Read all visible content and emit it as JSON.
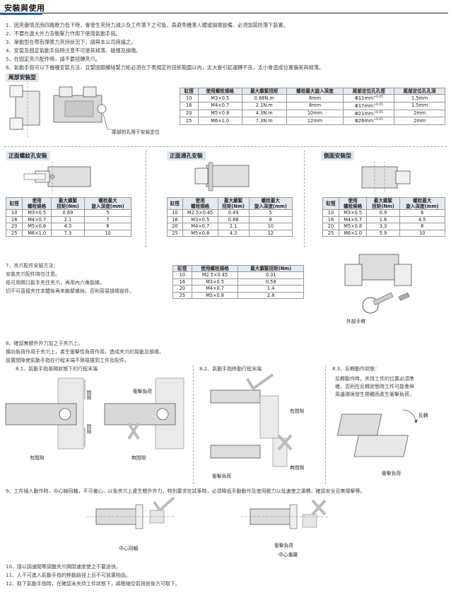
{
  "page": {
    "title": "安裝與使用"
  },
  "intro": [
    "1、因夾疊情況而四路壓力低下時，會發生夾持力減少及工件落下之可能，爲避免機害人體或損壞設備，必須加裝防落下裝置。",
    "2、不要在過大外力及衝擊力作用下使用氣動手指。",
    "3、單動型在帶有彈簧力夾持狀況下，請與本公司商議之。",
    "4、安裝及固定氣動手指時注意不可使其掉落、碰撞及損傷。",
    "5、在固定夾爪配件時，請不要扭轉夾爪。",
    "6、氣動手指可以下幾種安裝方法，且緊固鎖螺絲緊力矩必須在下表規定的扭矩範圍以內，太大會引起運轉不良，太小會造成位置偏差與掉落。"
  ],
  "rear_mount": {
    "title": "尾部安裝型",
    "caption": "尾部的孔用于安裝定位",
    "headers": [
      "缸徑",
      "使用螺栓規格",
      "最大鎖緊扭矩",
      "螺栓最大旋入深度",
      "尾部定位孔孔徑",
      "尾部定位孔孔深"
    ],
    "rows": [
      [
        "10",
        "M3×0.5",
        "0.88N.m",
        "6mm",
        "Φ11mm",
        "1.5mm"
      ],
      [
        "16",
        "M4×0.7",
        "2.1N.m",
        "8mm",
        "Φ17mm",
        "1.5mm"
      ],
      [
        "20",
        "M5×0.8",
        "4.3N.m",
        "10mm",
        "Φ21mm",
        "2mm"
      ],
      [
        "25",
        "M6×1.0",
        "7.3N.m",
        "12mm",
        "Φ26mm",
        "2mm"
      ]
    ],
    "tolerance": "+0.05",
    "tolerance_low": "0"
  },
  "front_thread": {
    "title": "正面螺紋孔安裝",
    "headers": [
      "缸徑",
      "使用\n螺栓規格",
      "最大鎖緊\n扭矩(Nm)",
      "螺栓最大\n旋入深度(mm)"
    ],
    "rows": [
      [
        "10",
        "M3×0.5",
        "0.69",
        "5"
      ],
      [
        "16",
        "M4×0.7",
        "2.1",
        "7"
      ],
      [
        "20",
        "M5×0.8",
        "4.3",
        "8"
      ],
      [
        "25",
        "M6×1.0",
        "7.3",
        "10"
      ]
    ]
  },
  "front_through": {
    "title": "正面通孔安裝",
    "headers": [
      "缸徑",
      "使用\n螺栓規格",
      "最大鎖緊\n扭矩(Nm)",
      "螺栓最大\n旋入深度(mm)"
    ],
    "rows": [
      [
        "10",
        "M2.5×0.45",
        "0.49",
        "5"
      ],
      [
        "16",
        "M3×0.5",
        "0.88",
        "8"
      ],
      [
        "20",
        "M4×0.7",
        "2.1",
        "10"
      ],
      [
        "25",
        "M5×0.8",
        "4.3",
        "12"
      ]
    ]
  },
  "side_mount": {
    "title": "側面安裝型",
    "headers": [
      "缸徑",
      "使用\n螺栓規格",
      "最大鎖緊\n扭矩(Nm)",
      "螺栓最大\n旋入深度(mm)"
    ],
    "rows": [
      [
        "10",
        "M3×0.5",
        "0.9",
        "6"
      ],
      [
        "16",
        "M4×0.7",
        "1.6",
        "4.5"
      ],
      [
        "20",
        "M5×0.8",
        "3.3",
        "8"
      ],
      [
        "25",
        "M6×1.0",
        "5.9",
        "10"
      ]
    ]
  },
  "item7": {
    "lines": [
      "7、夾爪配件安裝方法：",
      "  安裝夾爪配件時勿注意。",
      "祇可用開口扳手夾住夾爪，再用內六角扳緣，",
      "切不可直接夾住本體後再來鎖緊螺絲，否則容易損壞部件。"
    ],
    "headers": [
      "缸徑",
      "使用螺栓規格",
      "最大鎖緊扭矩(Nm)"
    ],
    "rows": [
      [
        "10",
        "M2.5×0.45",
        "0.31"
      ],
      [
        "16",
        "M3×0.5",
        "0.59"
      ],
      [
        "20",
        "M4×0.7",
        "1.4"
      ],
      [
        "25",
        "M5×0.8",
        "2.8"
      ]
    ],
    "wrench_label": "外部手臂"
  },
  "item8": {
    "lines": [
      "8、確認無額外外力加之于夾爪上。",
      "  橫向負荷作用于夾爪上，產生衝擊性負荷作用，造成夾爪的晃動及損壞。",
      "設置間隙使氣動手指在行程末端不致碰撞到工件及配件。"
    ],
    "sub1": "8.1、氣動手指張開狀態下的行程末端",
    "sub2": "8.2、氣動手指移動行程末端",
    "sub3": "8.3、反轉動作狀態：",
    "sub3_text": [
      "反轉動作時，夾持工件的位置必須準",
      "確，否則在反轉狀態時工件可能會與",
      "周邊環境發生擦觸而產生衝擊負荷。"
    ],
    "lbl_gap": "間隙",
    "lbl_impact": "衝擊負荷",
    "lbl_has_gap": "有間隙",
    "lbl_no_gap": "無間隙",
    "lbl_reverse": "反轉"
  },
  "item9": {
    "text": "9、工件插入動作時，中心線同軸，不可偏心，以免夾爪上產生額外外力。特別要求在試車時，必須降低手動動作及使用壓力以低速使之運轉，確認安全且無撞擊等。",
    "lbl_center_same": "中心同軸",
    "lbl_impact": "衝擊負荷",
    "lbl_center_off": "中心偏離"
  },
  "footer": [
    "10、請以調速閥等調整夾爪開閉速度使之不要過快。",
    "11、人不可進入氣動手指的移動路徑上且不可放置物品。",
    "12、取下氣動手指時，在確認未夾持工件狀態下，將壓縮空氣排放後方可取下。"
  ],
  "colors": {
    "accent": "#1a5fa8",
    "header_bg": "#e3e9f0",
    "ok": "#bdbdbd",
    "ng": "#bdbdbd"
  }
}
